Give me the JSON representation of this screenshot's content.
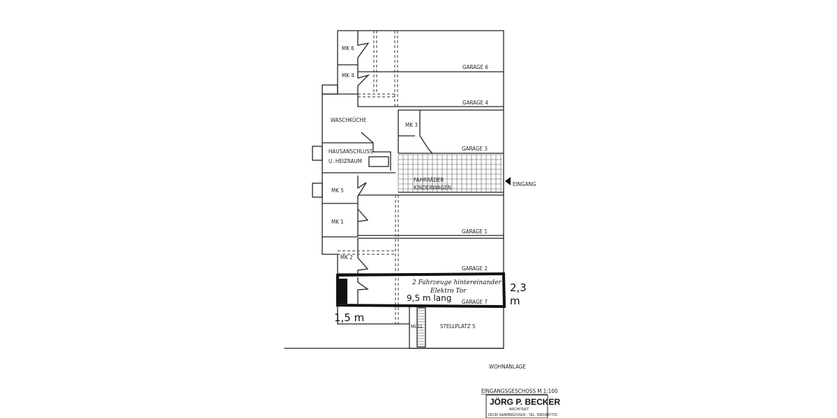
{
  "rooms": {
    "mk6": "MK 6",
    "mk4": "MK 4",
    "garage6": "GARAGE  6",
    "garage4": "GARAGE  4",
    "waschkueche": "WASCHKÜCHE",
    "mk3": "MK 3",
    "garage3": "GARAGE  3",
    "hausanschluss": "HAUSANSCHLUSS -",
    "heizraum": "U. HEIZRAUM",
    "fahrraeder": "FAHRRÄDER",
    "kinderwagen": "KINDERWAGEN",
    "eingang": "EINGANG",
    "mk5": "MK  5",
    "mk1": "MK  1",
    "garage1": "GARAGE  1",
    "mk2": "MK 2",
    "garage2": "GARAGE  2",
    "garage7": "GARAGE 7",
    "muell": "MÜLL",
    "stellplatz5": "STELLPLATZ  5"
  },
  "annotations": {
    "handwritten_line1": "2 Fahrzeuge hintereinander",
    "handwritten_line2": "Elektro Tor",
    "length": "9,5 m lang",
    "width_value": "2,3",
    "width_unit": "m",
    "depth": "1,5 m",
    "highlight_color": "#111111"
  },
  "title_block": {
    "project": "WOHNANLAGE",
    "floor_scale": "EINGANGSGESCHOSS  M 1:100",
    "architect_name": "JÖRG P. BECKER",
    "architect_title": "ARCHITEKT",
    "address": "66130 SAARBRÜCKEN - TEL. 0681/847725"
  }
}
